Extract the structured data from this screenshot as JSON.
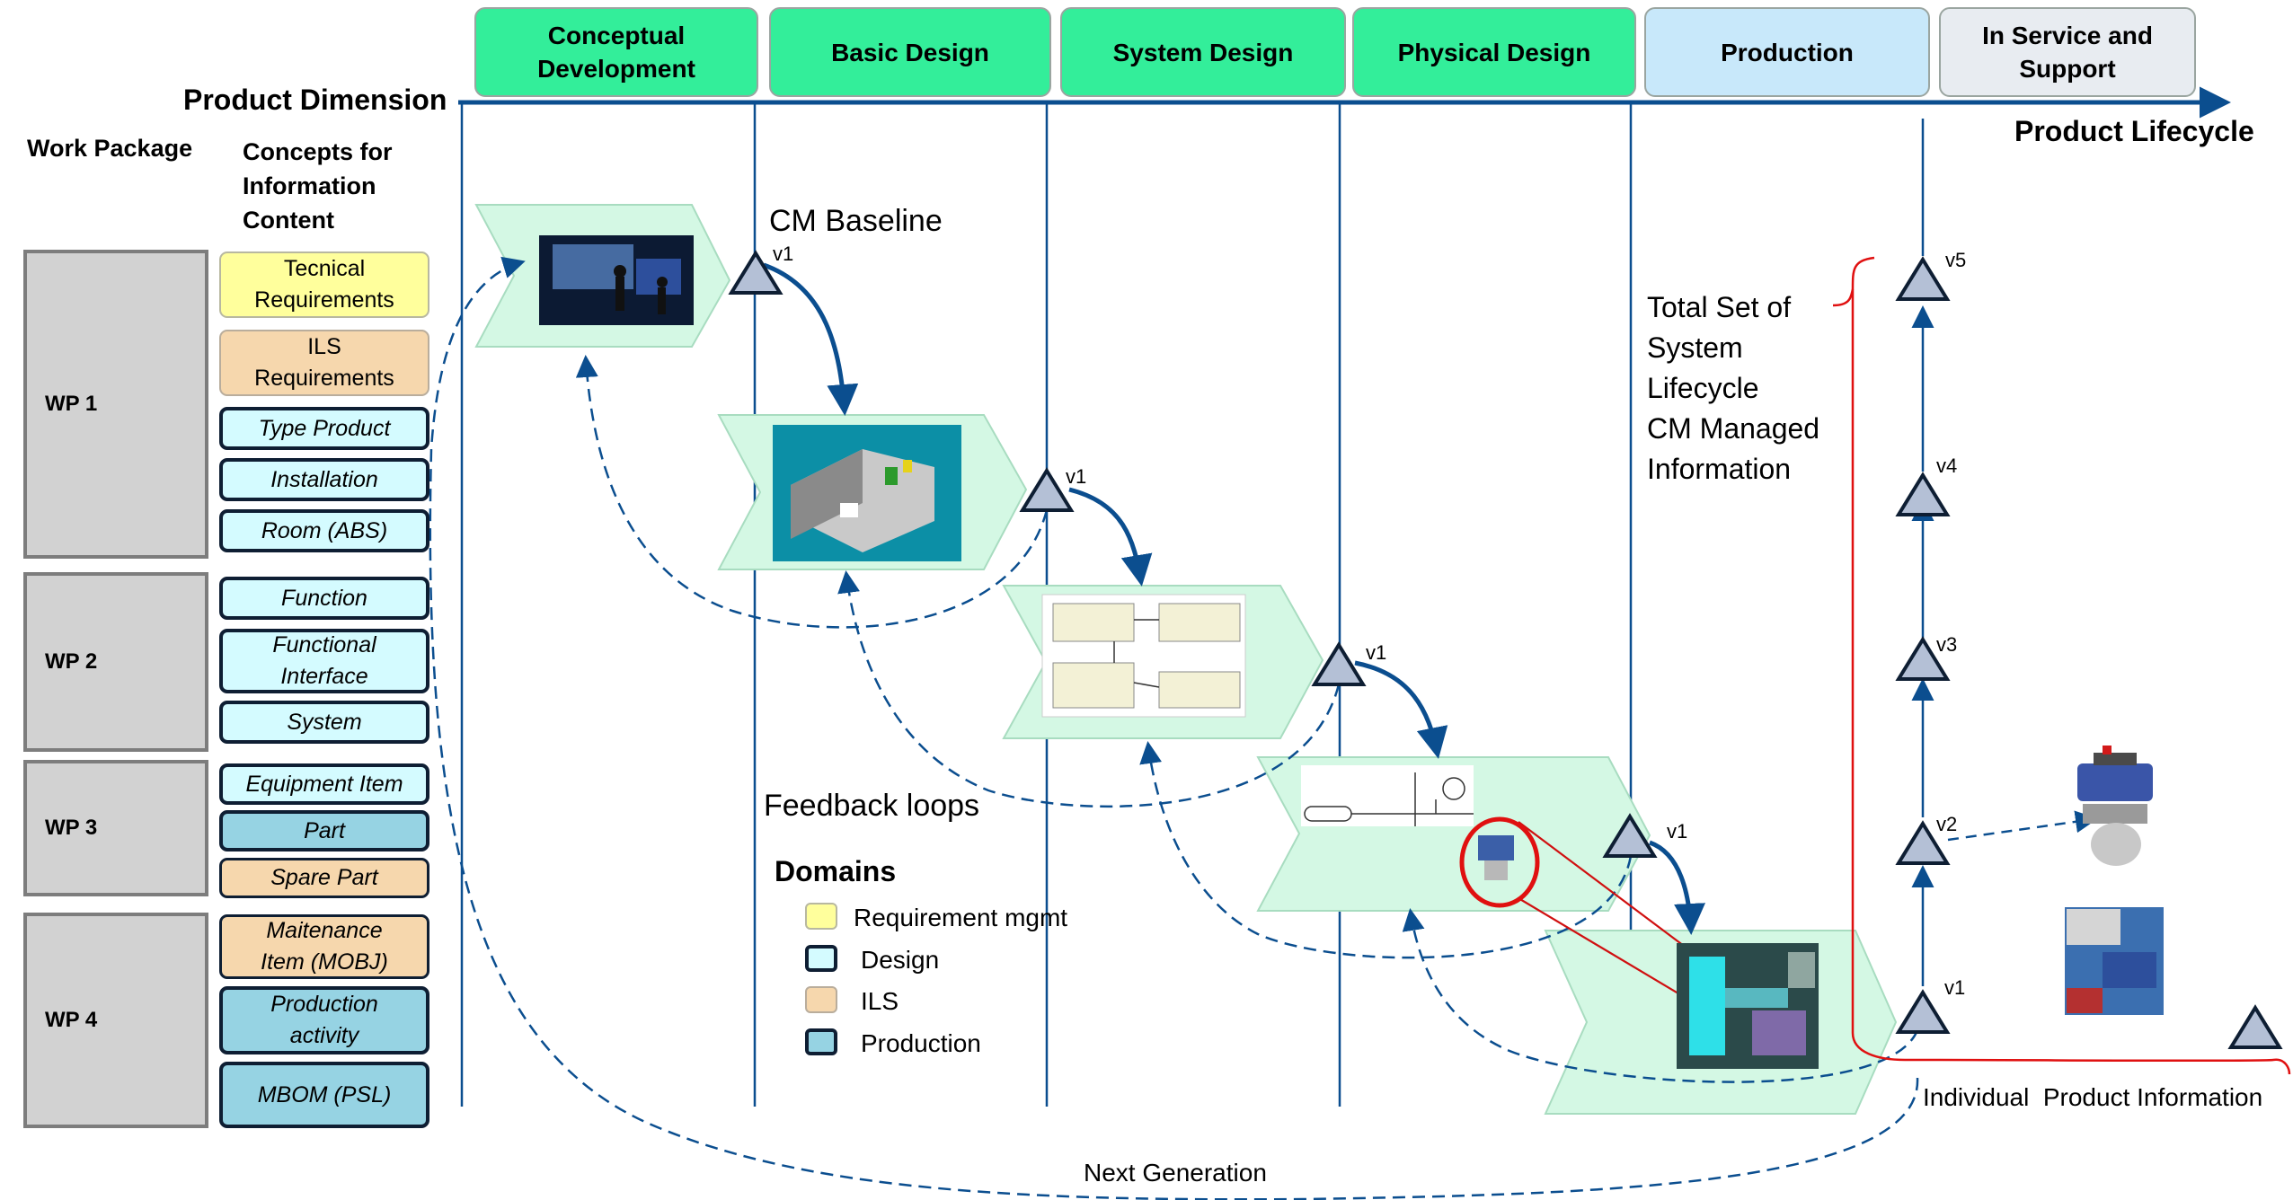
{
  "phases": [
    {
      "label": "Conceptual\nDevelopment"
    },
    {
      "label": "Basic Design"
    },
    {
      "label": "System Design"
    },
    {
      "label": "Physical Design"
    },
    {
      "label": "Production"
    },
    {
      "label": "In Service and\nSupport"
    }
  ],
  "axes": {
    "product_dimension": "Product Dimension",
    "product_lifecycle": "Product Lifecycle"
  },
  "headers": {
    "work_package": "Work Package",
    "concepts": "Concepts for\nInformation\nContent"
  },
  "work_packages": [
    {
      "label": "WP 1"
    },
    {
      "label": "WP 2"
    },
    {
      "label": "WP 3"
    },
    {
      "label": "WP 4"
    }
  ],
  "concepts": [
    {
      "label": "Tecnical\nRequirements",
      "domain": "Requirement mgmt"
    },
    {
      "label": "ILS\nRequirements",
      "domain": "ILS"
    },
    {
      "label": "Type Product",
      "domain": "Design"
    },
    {
      "label": "Installation",
      "domain": "Design"
    },
    {
      "label": "Room (ABS)",
      "domain": "Design"
    },
    {
      "label": "Function",
      "domain": "Design"
    },
    {
      "label": "Functional\nInterface",
      "domain": "Design"
    },
    {
      "label": "System",
      "domain": "Design"
    },
    {
      "label": "Equipment Item",
      "domain": "Design"
    },
    {
      "label": "Part",
      "domain": "Production"
    },
    {
      "label": "Spare Part",
      "domain": "ILS"
    },
    {
      "label": "Maitenance\nItem (MOBJ)",
      "domain": "ILS"
    },
    {
      "label": "Production\nactivity",
      "domain": "Production"
    },
    {
      "label": "MBOM (PSL)",
      "domain": "Production"
    }
  ],
  "annotations": {
    "cm_baseline": "CM Baseline",
    "feedback_loops": "Feedback loops",
    "total_set": "Total Set of\nSystem\nLifecycle\nCM Managed\nInformation",
    "individual": "Individual  Product Information",
    "next_generation": "Next Generation"
  },
  "baselines": {
    "design_chain": [
      "v1",
      "v1",
      "v1",
      "v1"
    ],
    "service_chain": [
      "v1",
      "v2",
      "v3",
      "v4",
      "v5"
    ]
  },
  "legend": {
    "title": "Domains",
    "items": [
      {
        "label": "Requirement mgmt",
        "color": "#ffff9c"
      },
      {
        "label": "Design",
        "color": "#d4fbff"
      },
      {
        "label": "ILS",
        "color": "#f6d7ad"
      },
      {
        "label": "Production",
        "color": "#96d3e3"
      }
    ]
  },
  "colors": {
    "arrow": "#0b4e8f",
    "stage_fill": "#d4f8e4",
    "marker_fill": "#b4c0d6",
    "bracket": "#e01010"
  }
}
